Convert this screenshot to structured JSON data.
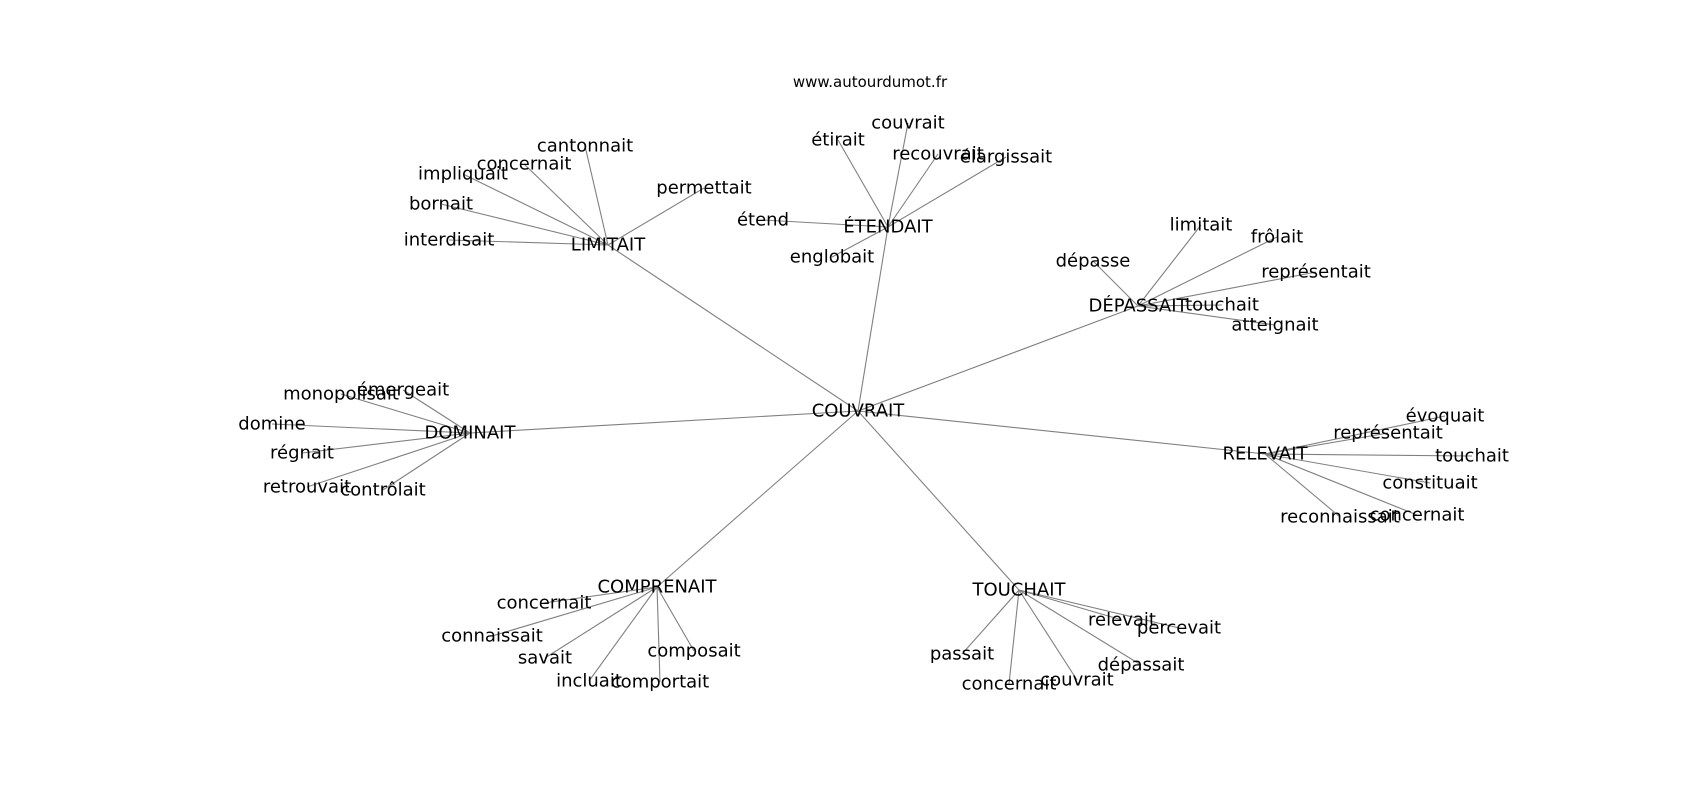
{
  "site_label": "www.autourdumot.fr",
  "graph": {
    "center": "COUVRAIT",
    "clusters": [
      {
        "hub": "LIMITAIT",
        "leaves": [
          "cantonnait",
          "concernait",
          "impliquait",
          "bornait",
          "interdisait",
          "permettait"
        ]
      },
      {
        "hub": "ÉTENDAIT",
        "leaves": [
          "couvrait",
          "étirait",
          "recouvrait",
          "élargissait",
          "étend",
          "englobait"
        ]
      },
      {
        "hub": "DÉPASSAIT",
        "leaves": [
          "limitait",
          "frôlait",
          "dépasse",
          "représentait",
          "touchait",
          "atteignait"
        ]
      },
      {
        "hub": "DOMINAIT",
        "leaves": [
          "monopolisait",
          "émergeait",
          "domine",
          "régnait",
          "retrouvait",
          "contrôlait"
        ]
      },
      {
        "hub": "RELEVAIT",
        "leaves": [
          "évoquait",
          "représentait",
          "touchait",
          "constituait",
          "reconnaissait",
          "concernait"
        ]
      },
      {
        "hub": "COMPRENAIT",
        "leaves": [
          "concernait",
          "connaissait",
          "savait",
          "composait",
          "incluait",
          "comportait"
        ]
      },
      {
        "hub": "TOUCHAIT",
        "leaves": [
          "relevait",
          "percevait",
          "passait",
          "dépassait",
          "concernait",
          "couvrait"
        ]
      }
    ]
  }
}
